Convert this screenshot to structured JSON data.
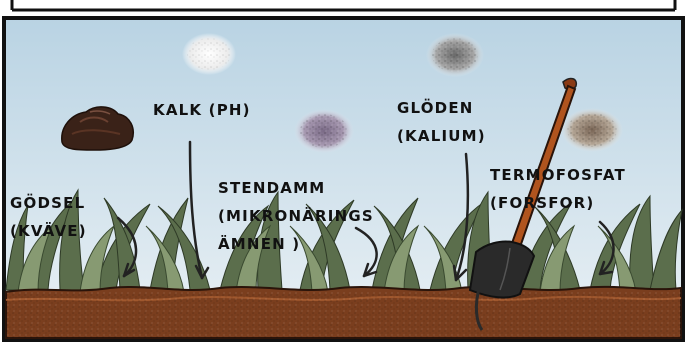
{
  "labels": {
    "godsel": [
      "GÖDSEL",
      "(KVÄVE)"
    ],
    "kalk": [
      "KALK (pH)"
    ],
    "stendamm": [
      "STENDAMM",
      "(MIKRONÄRINGS",
      "ÄMNEN )"
    ],
    "gloden": [
      "GLÖDEN",
      "(KALIUM)"
    ],
    "termofosfat": [
      "TERMOFOSFAT",
      "(FORSFOR)"
    ]
  },
  "colors": {
    "sky_top": "#bcd4e4",
    "sky_bottom": "#e8f0f4",
    "grass_dark": "#4a5c3e",
    "grass_light": "#8a9a74",
    "soil": "#7a3e1e",
    "soil_dark": "#4a2410",
    "manure": "#3a2218",
    "lime": "#f2f2f2",
    "rock_dust": "#8a7a92",
    "ash": "#8a8a8a",
    "phosphate": "#9a8878",
    "shovel_handle": "#b0541e",
    "blade": "#2a2a2a"
  },
  "icons": [
    "manure-pile",
    "lime-powder",
    "rock-dust-powder",
    "ash-powder",
    "phosphate-powder",
    "shovel",
    "curved-arrow"
  ]
}
